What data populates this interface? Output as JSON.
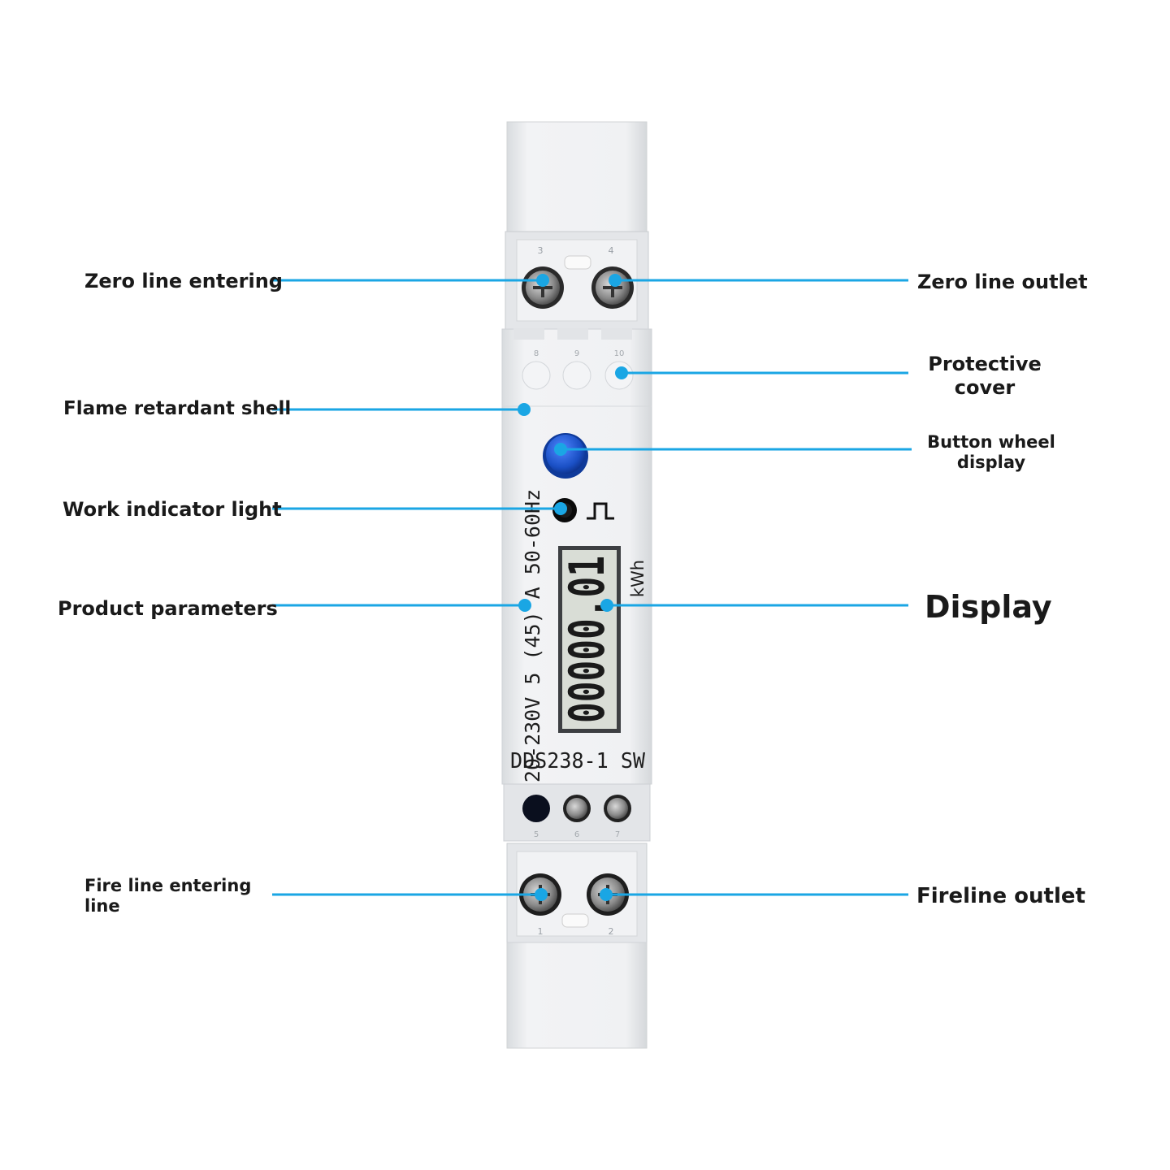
{
  "labels": {
    "zero_line_entering": "Zero line entering",
    "zero_line_outlet": "Zero line outlet",
    "protective_cover": [
      "Protective",
      "cover"
    ],
    "flame_retardant_shell": "Flame retardant shell",
    "button_wheel_display": [
      "Button wheel",
      "display"
    ],
    "work_indicator_light": "Work indicator light",
    "product_parameters": "Product parameters",
    "display": "Display",
    "fire_line_entering_line": [
      "Fire line entering",
      "line"
    ],
    "fireline_outlet": "Fireline outlet"
  },
  "device": {
    "model": "DDS238-1 SW",
    "parameters": "220-230V 5 (45) A 50-60Hz",
    "reading": "00000.01",
    "unit": "kWh",
    "top_terminal_numbers": [
      "3",
      "4"
    ],
    "mid_terminal_numbers": [
      "8",
      "9",
      "10"
    ],
    "lower_terminal_numbers": [
      "5",
      "6",
      "7"
    ],
    "bottom_terminal_numbers": [
      "1",
      "2"
    ]
  },
  "colors": {
    "callout_line": "#1aa6e4",
    "shell": "#eceef0",
    "button": "#1a4fc4",
    "lcd": "#d9ddd6"
  }
}
